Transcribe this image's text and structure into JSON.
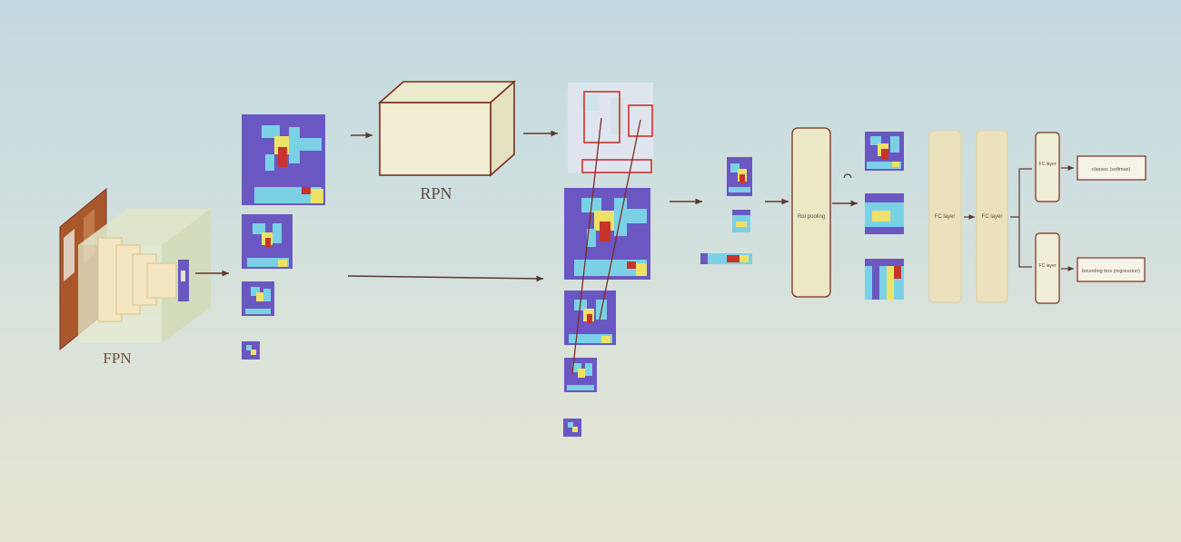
{
  "labels": {
    "fpn": "FPN",
    "rpn": "RPN",
    "roi_pooling": "RoI pooling",
    "fc_layer": "FC layer",
    "classes": "classes (softmax)",
    "bbox": "bounding box (regression)"
  },
  "colors": {
    "purple": "#6b57c2",
    "light_blue": "#7ad1e6",
    "yellow": "#eee266",
    "red": "#c9332b",
    "layer_fill": "#ece8c6",
    "outline": "#7a2e22",
    "fpn_photo": "#a8582a"
  }
}
